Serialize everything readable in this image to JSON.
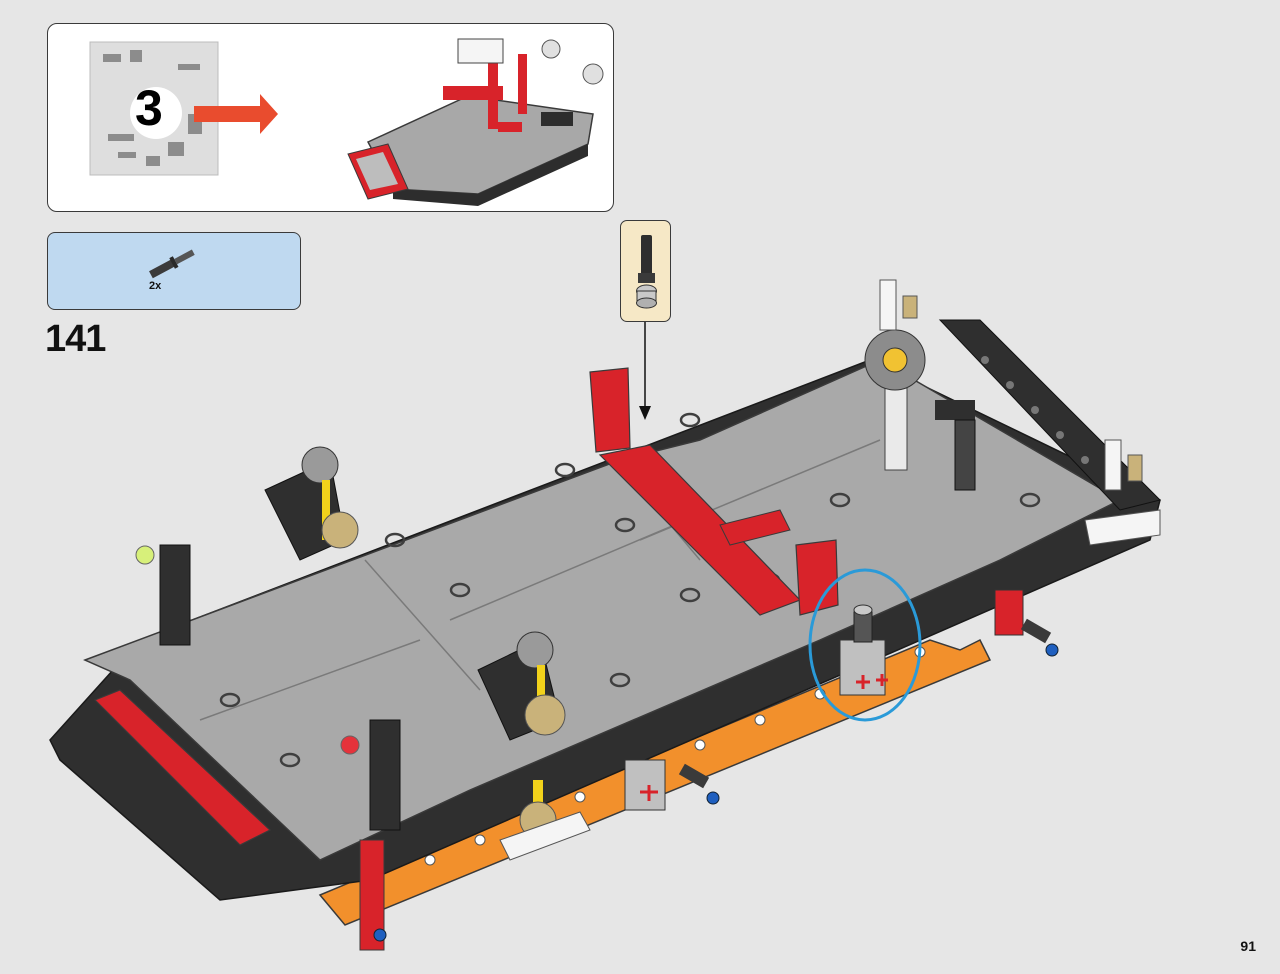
{
  "overview": {
    "bag_number": "3"
  },
  "parts_panel": {
    "quantity": "2x",
    "part_icon": "axle-pin-icon"
  },
  "step": {
    "number": "141"
  },
  "page": {
    "number": "91"
  },
  "colors": {
    "background": "#e6e6e6",
    "parts_panel": "#bfd9f0",
    "callout": "#f6e8c6",
    "highlight_circle": "#2a9ad8",
    "arrow_red": "#e94c2e",
    "beam_red": "#d8232a",
    "beam_orange": "#f2902c",
    "plate_gray": "#a9a9a9"
  }
}
